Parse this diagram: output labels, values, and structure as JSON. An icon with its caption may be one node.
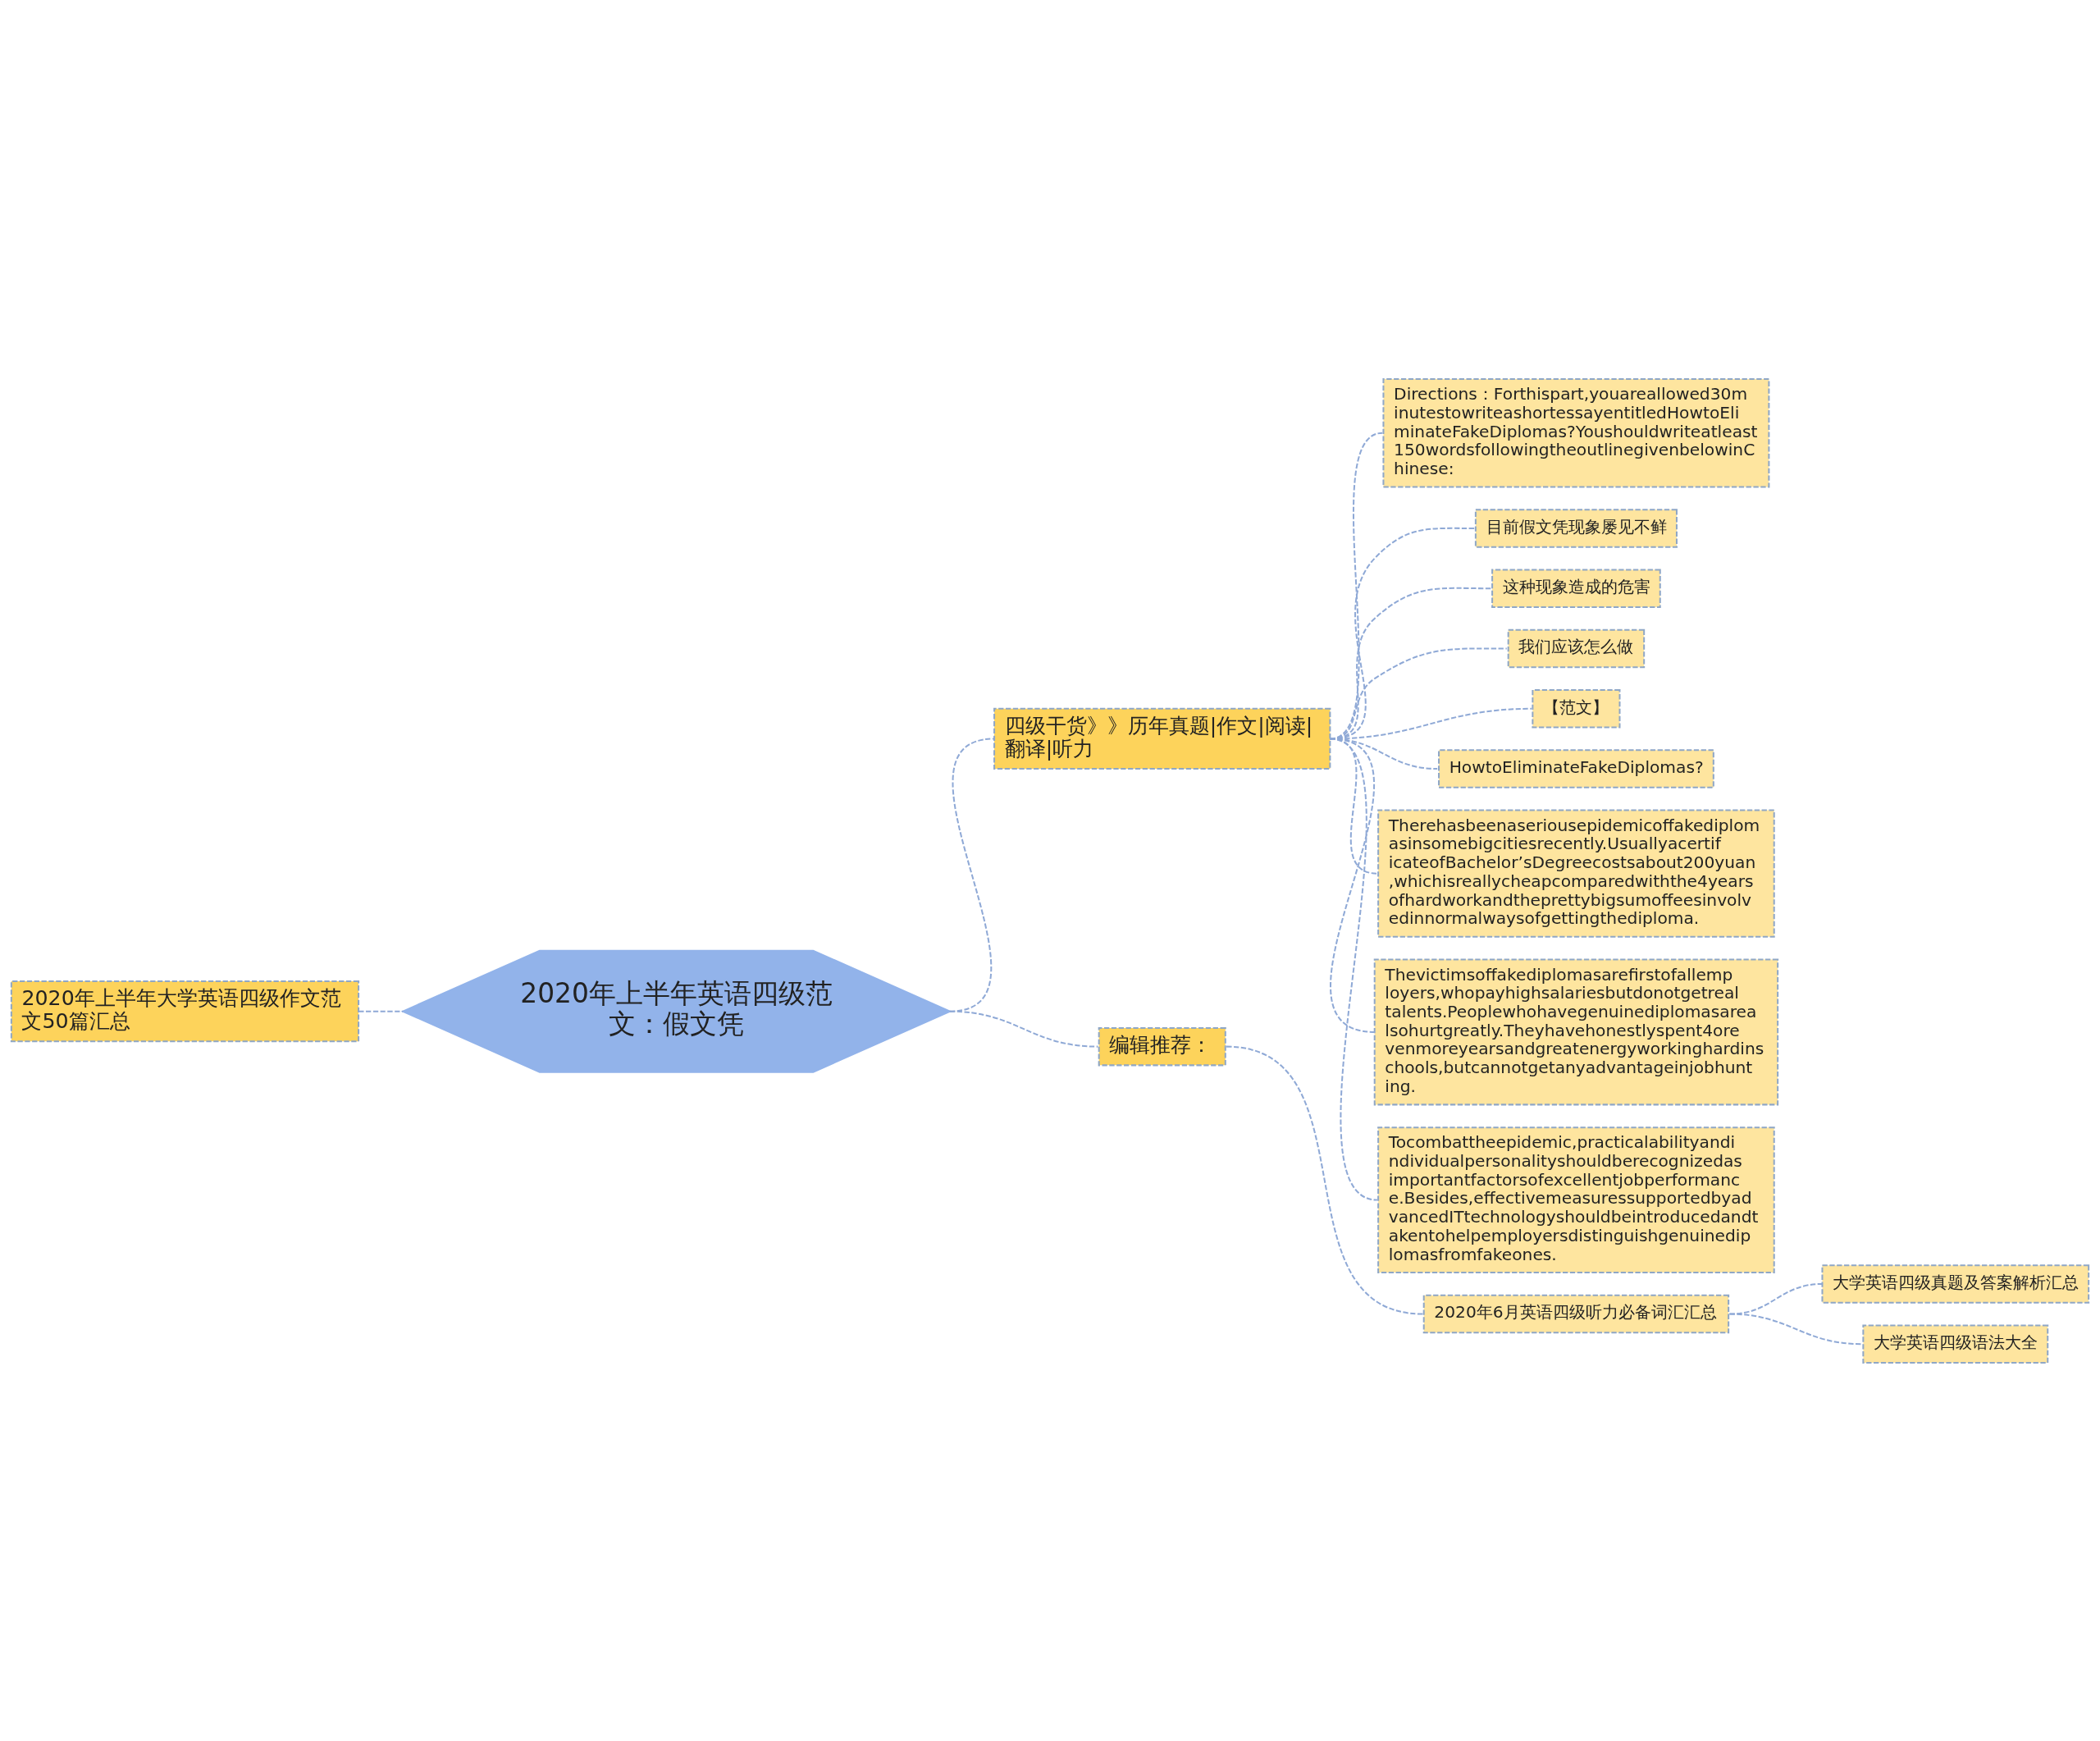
{
  "diagram": {
    "nodes": [
      {
        "text": [
          "2020年上半年大学英语四级作文范文50篇汇总"
        ]
      },
      {
        "text": [
          "2020年上半年英语四级范文：假文凭"
        ]
      },
      {
        "text": [
          "四级干货》》历年真题|作文|阅读|翻译|听力"
        ]
      },
      {
        "text": [
          "Directions：Forthispart,youareallowed30minutestowriteashortessayentitledHowtoEliminateFakeDiplomas?Youshouldwriteatleast150wordsfollowingtheoutlinegivenbelowinChinese:"
        ]
      },
      {
        "text": [
          "目前假文凭现象屡见不鲜"
        ]
      },
      {
        "text": [
          "这种现象造成的危害"
        ]
      },
      {
        "text": [
          "我们应该怎么做"
        ]
      },
      {
        "text": [
          "【范文】"
        ]
      },
      {
        "text": [
          "HowtoEliminateFakeDiplomas?"
        ]
      },
      {
        "text": [
          "Therehasbeenaseriousepidemicoffakediplomasinsomebigcitiesrecently.UsuallyacertificateofBachelor’sDegreecostsabout200yuan,whichisreallycheapcomparedwiththe4yearsofhardworkandtheprettybigsumoffeesinvolvedinnormalwaysofgettingthediploma."
        ]
      },
      {
        "text": [
          "Thevictimsoffakediplomasarefirstofallemployers,whopayhighsalariesbutdonotgetrealtalents.Peoplewhohavegenuinediplomasarealsohurtgreatly.Theyhavehonestlyspent4orevenmoreyearsandgreatenergyworkinghardinschools,butcannotgetanyadvantageinjobhunting."
        ]
      },
      {
        "text": [
          "Tocombattheepidemic,practicalabilityandindividualpersonalityshouldberecognizedasimportantfactorsofexcellentjobperformance.Besides,effectivemeasuressupportedbyadvancedITtechnologyshouldbeintroducedandtakentohelpemployersdistinguishgenuinediplomasfromfakeones."
        ]
      },
      {
        "text": [
          "编辑推荐："
        ]
      },
      {
        "text": [
          "2020年6月英语四级听力必备词汇汇总"
        ]
      },
      {
        "text": [
          "大学英语四级真题及答案解析汇总"
        ]
      },
      {
        "text": [
          "大学英语四级语法大全"
        ]
      }
    ],
    "edges": [
      {
        "from": 0,
        "to": 1,
        "arrow": "none",
        "style": "dashed"
      },
      {
        "from": 1,
        "to": 2,
        "arrow": "none",
        "style": "dashed"
      },
      {
        "from": 2,
        "to": 3,
        "arrow": "none",
        "style": "dashed"
      },
      {
        "from": 2,
        "to": 4,
        "arrow": "none",
        "style": "dashed"
      },
      {
        "from": 2,
        "to": 5,
        "arrow": "none",
        "style": "dashed"
      },
      {
        "from": 2,
        "to": 6,
        "arrow": "none",
        "style": "dashed"
      },
      {
        "from": 2,
        "to": 7,
        "arrow": "none",
        "style": "dashed"
      },
      {
        "from": 2,
        "to": 8,
        "arrow": "none",
        "style": "dashed"
      },
      {
        "from": 2,
        "to": 9,
        "arrow": "none",
        "style": "dashed"
      },
      {
        "from": 2,
        "to": 10,
        "arrow": "none",
        "style": "dashed"
      },
      {
        "from": 2,
        "to": 11,
        "arrow": "none",
        "style": "dashed"
      },
      {
        "from": 1,
        "to": 12,
        "arrow": "none",
        "style": "dashed"
      },
      {
        "from": 12,
        "to": 13,
        "arrow": "none",
        "style": "dashed"
      },
      {
        "from": 13,
        "to": 14,
        "arrow": "none",
        "style": "dashed"
      },
      {
        "from": 13,
        "to": 15,
        "arrow": "none",
        "style": "dashed"
      }
    ]
  }
}
